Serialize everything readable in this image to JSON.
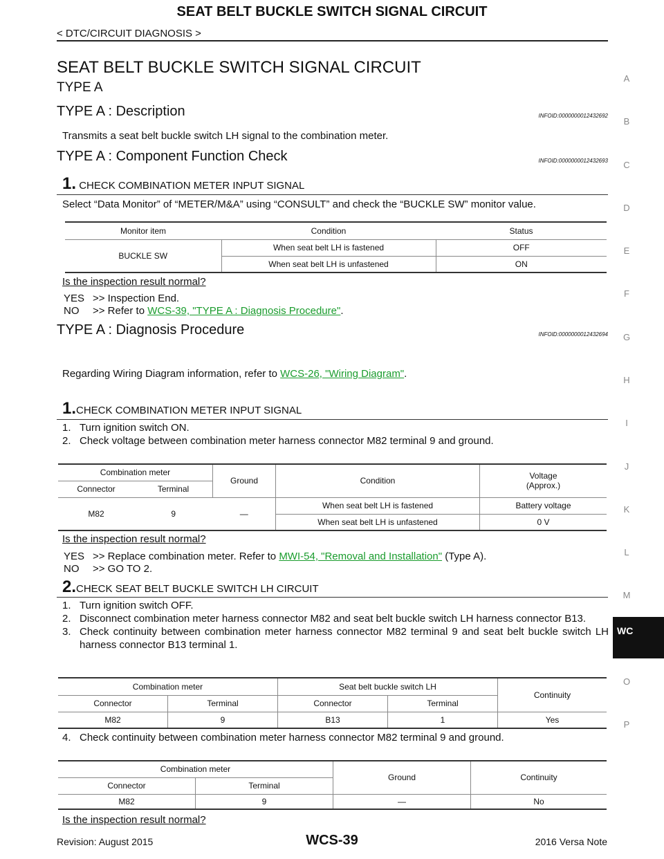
{
  "header": {
    "title": "SEAT BELT BUCKLE SWITCH SIGNAL CIRCUIT",
    "breadcrumb": "< DTC/CIRCUIT DIAGNOSIS >"
  },
  "section": {
    "title": "SEAT BELT BUCKLE SWITCH SIGNAL CIRCUIT",
    "type": "TYPE A"
  },
  "description": {
    "heading": "TYPE A : Description",
    "infoid": "INFOID:0000000012432692",
    "text": "Transmits a seat belt buckle switch LH signal to the combination meter."
  },
  "component_check": {
    "heading": "TYPE A : Component  Function  Check",
    "infoid": "INFOID:0000000012432693",
    "step_num": "1.",
    "step_title": "CHECK COMBINATION METER INPUT SIGNAL",
    "instruction": "Select “Data Monitor” of “METER/M&A” using “CONSULT” and check the “BUCKLE SW” monitor value.",
    "table": {
      "headers": [
        "Monitor item",
        "Condition",
        "Status"
      ],
      "item": "BUCKLE SW",
      "rows": [
        {
          "condition": "When seat belt LH is fastened",
          "status": "OFF"
        },
        {
          "condition": "When seat belt LH is unfastened",
          "status": "ON"
        }
      ]
    },
    "question": "Is the inspection result normal?",
    "yes_key": "YES",
    "yes_text": ">> Inspection End.",
    "no_key": "NO",
    "no_prefix": ">> Refer to ",
    "no_link": "WCS-39, \"TYPE A : Diagnosis  Procedure\"",
    "no_suffix": "."
  },
  "diagnosis": {
    "heading": "TYPE A : Diagnosis  Procedure",
    "infoid": "INFOID:0000000012432694",
    "wiring_prefix": "Regarding Wiring Diagram information, refer to ",
    "wiring_link": "WCS-26, \"Wiring Diagram\"",
    "wiring_suffix": ".",
    "step1": {
      "num": "1.",
      "title": "CHECK COMBINATION METER INPUT SIGNAL",
      "items": [
        {
          "n": "1.",
          "text": "Turn ignition switch ON."
        },
        {
          "n": "2.",
          "text": "Check voltage between combination meter harness connector M82 terminal 9 and ground."
        }
      ],
      "table": {
        "group": "Combination meter",
        "connector_h": "Connector",
        "terminal_h": "Terminal",
        "ground_h": "Ground",
        "condition_h": "Condition",
        "voltage_h1": "Voltage",
        "voltage_h2": "(Approx.)",
        "connector": "M82",
        "terminal": "9",
        "ground": "—",
        "rows": [
          {
            "condition": "When seat belt LH is fastened",
            "voltage": "Battery voltage"
          },
          {
            "condition": "When seat belt LH is unfastened",
            "voltage": "0 V"
          }
        ]
      },
      "question": "Is the inspection result normal?",
      "yes_key": "YES",
      "yes_prefix": ">> Replace combination meter. Refer to ",
      "yes_link": "MWI-54, \"Removal and Installation\"",
      "yes_suffix": " (Type A).",
      "no_key": "NO",
      "no_text": ">> GO TO 2."
    },
    "step2": {
      "num": "2.",
      "title": "CHECK SEAT BELT BUCKLE SWITCH LH CIRCUIT",
      "items": [
        {
          "n": "1.",
          "text": "Turn ignition switch OFF."
        },
        {
          "n": "2.",
          "text": "Disconnect combination meter harness connector M82 and seat belt buckle switch LH harness connector B13."
        },
        {
          "n": "3.",
          "text": "Check continuity between combination meter harness connector M82 terminal 9 and seat belt buckle switch LH harness connector B13 terminal 1."
        }
      ],
      "table1": {
        "group1": "Combination meter",
        "group2": "Seat belt buckle switch LH",
        "continuity_h": "Continuity",
        "connector_h": "Connector",
        "terminal_h": "Terminal",
        "c1": "M82",
        "t1": "9",
        "c2": "B13",
        "t2": "1",
        "result": "Yes"
      },
      "item4_n": "4.",
      "item4": "Check continuity between combination meter harness connector M82 terminal 9 and ground.",
      "table2": {
        "group": "Combination meter",
        "connector_h": "Connector",
        "terminal_h": "Terminal",
        "ground_h": "Ground",
        "continuity_h": "Continuity",
        "connector": "M82",
        "terminal": "9",
        "ground": "—",
        "result": "No"
      },
      "question": "Is the inspection result normal?"
    }
  },
  "side_index": [
    "A",
    "B",
    "C",
    "D",
    "E",
    "F",
    "G",
    "H",
    "I",
    "J",
    "K",
    "L",
    "M",
    "WC",
    "O",
    "P"
  ],
  "footer": {
    "revision": "Revision: August 2015",
    "page": "WCS-39",
    "model": "2016 Versa Note"
  }
}
